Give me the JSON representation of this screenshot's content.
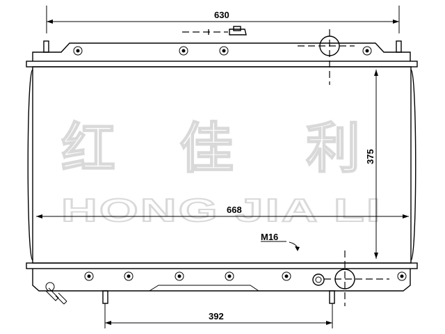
{
  "dimensions": {
    "top_width": "630",
    "core_width": "668",
    "core_height": "375",
    "bottom_span": "392",
    "fitting_label": "M16"
  },
  "watermark": {
    "cjk": [
      "红",
      "佳",
      "利"
    ],
    "latin": "HONG JIA LI"
  },
  "icons": [
    "cap-icon",
    "mount-bolt-icon",
    "drain-plug-icon",
    "bracket-icon"
  ]
}
